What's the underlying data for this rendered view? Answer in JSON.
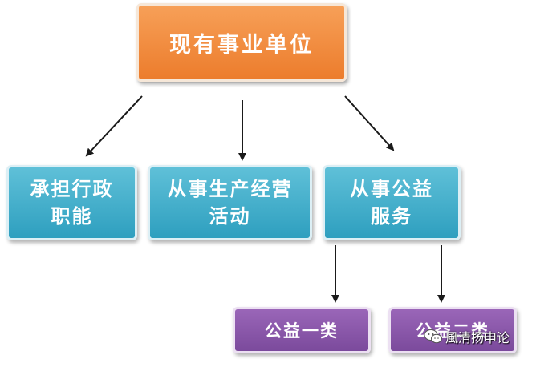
{
  "root": {
    "label": "现有事业单位"
  },
  "branches": [
    {
      "line1": "承担行政",
      "line2": "职能"
    },
    {
      "line1": "从事生产经营",
      "line2": "活动"
    },
    {
      "line1": "从事公益",
      "line2": "服务"
    }
  ],
  "leaves": [
    {
      "label": "公益一类"
    },
    {
      "label": "公益二类"
    }
  ],
  "watermark": {
    "text": "風清扬申论",
    "icon": "wechat-icon"
  },
  "colors": {
    "root": "#ec7c2c",
    "branch": "#2e9fbf",
    "leaf": "#7b4a9c",
    "arrow": "#1a1a1a"
  }
}
